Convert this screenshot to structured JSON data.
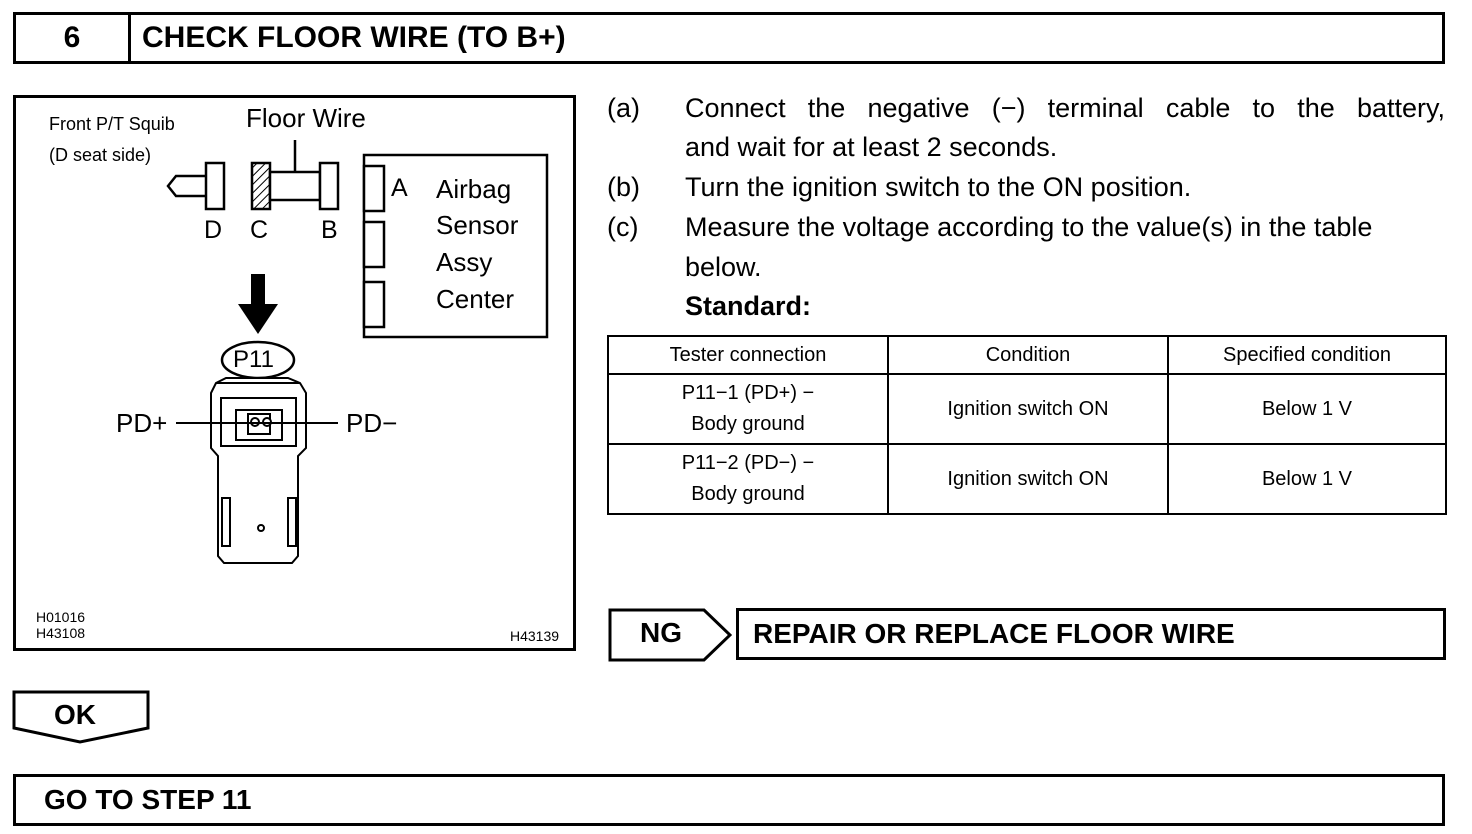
{
  "header": {
    "step_number": "6",
    "title": "CHECK FLOOR WIRE (TO B+)"
  },
  "diagram": {
    "squib_label_1": "Front P/T Squib",
    "squib_label_2": "(D seat side)",
    "floor_wire": "Floor Wire",
    "letter_a": "A",
    "letter_b": "B",
    "letter_c": "C",
    "letter_d": "D",
    "sensor_1": "Airbag",
    "sensor_2": "Sensor",
    "sensor_3": "Assy",
    "sensor_4": "Center",
    "connector": "P11",
    "pd_plus": "PD+",
    "pd_minus": "PD−",
    "code_1": "H01016",
    "code_2": "H43108",
    "code_3": "H43139"
  },
  "steps": [
    {
      "label": "(a)",
      "line1": "Connect the negative (−) terminal cable to the battery,",
      "line2": "and wait for at least 2 seconds."
    },
    {
      "label": "(b)",
      "line1": "Turn the ignition switch to the ON position."
    },
    {
      "label": "(c)",
      "line1": "Measure the voltage according to the value(s) in the table",
      "line2": "below."
    }
  ],
  "standard_label": "Standard:",
  "table": {
    "headers": [
      "Tester connection",
      "Condition",
      "Specified condition"
    ],
    "rows": [
      {
        "conn1": "P11−1 (PD+) −",
        "conn2": "Body ground",
        "condition": "Ignition switch ON",
        "spec": "Below 1 V"
      },
      {
        "conn1": "P11−2 (PD−) −",
        "conn2": "Body ground",
        "condition": "Ignition switch ON",
        "spec": "Below 1 V"
      }
    ]
  },
  "ng": {
    "label": "NG",
    "result": "REPAIR OR REPLACE FLOOR WIRE"
  },
  "ok": {
    "label": "OK"
  },
  "goto": "GO TO STEP 11"
}
